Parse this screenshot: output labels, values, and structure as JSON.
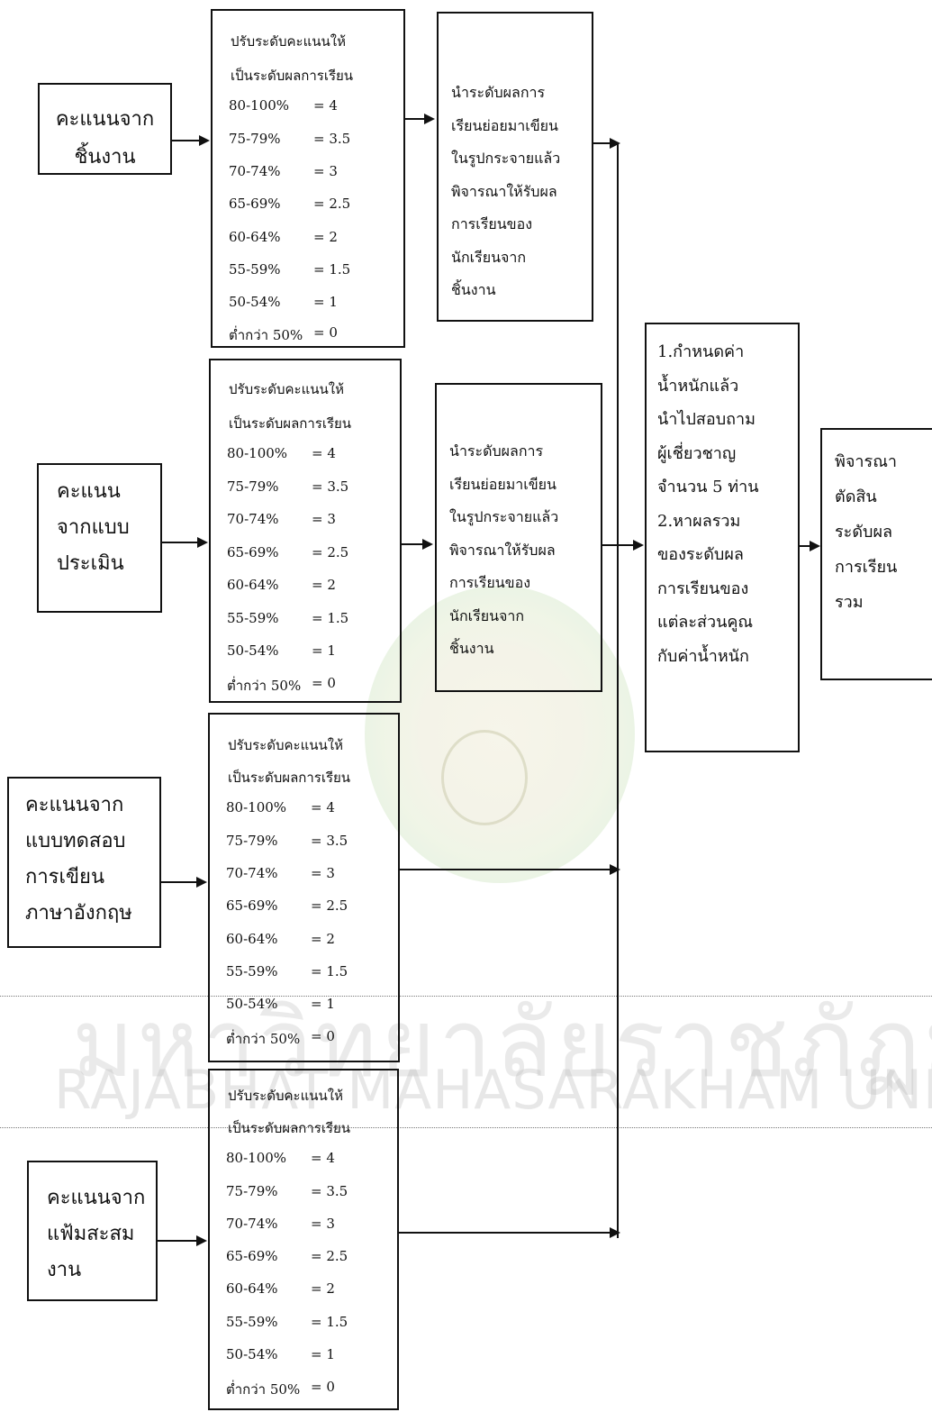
{
  "grade_header": [
    "ปรับระดับคะแนนให้",
    "เป็นระดับผลการเรียน"
  ],
  "grade_table": [
    {
      "range": "80-100%",
      "grade": "= 4"
    },
    {
      "range": "75-79%",
      "grade": "= 3.5"
    },
    {
      "range": "70-74%",
      "grade": "= 3"
    },
    {
      "range": "65-69%",
      "grade": "= 2.5"
    },
    {
      "range": "60-64%",
      "grade": "= 2"
    },
    {
      "range": "55-59%",
      "grade": "= 1.5"
    },
    {
      "range": "50-54%",
      "grade": "= 1"
    },
    {
      "range": "ต่ำกว่า 50%",
      "grade": "= 0"
    }
  ],
  "sources": [
    [
      "คะแนนจาก",
      "ชิ้นงาน"
    ],
    [
      "คะแนน",
      "จากแบบ",
      "ประเมิน"
    ],
    [
      "คะแนนจาก",
      "แบบทดสอบ",
      "การเขียน",
      "ภาษาอังกฤษ"
    ],
    [
      "คะแนนจาก",
      "แฟ้มสะสม",
      "งาน"
    ]
  ],
  "transform_text": [
    "นำระดับผลการ",
    "เรียนย่อยมาเขียน",
    "ในรูปกระจายแล้ว",
    "พิจารณาให้รับผล",
    "การเรียนของ",
    "นักเรียนจาก",
    "ชิ้นงาน"
  ],
  "weight_text": [
    "1.กำหนดค่า",
    "น้ำหนักแล้ว",
    "นำไปสอบถาม",
    "ผู้เชี่ยวชาญ",
    "จำนวน 5 ท่าน",
    "2.หาผลรวม",
    "ของระดับผล",
    "การเรียนของ",
    "แต่ละส่วนคูณ",
    "กับค่าน้ำหนัก"
  ],
  "final_text": [
    "พิจารณา",
    "ตัดสิน",
    "ระดับผล",
    "การเรียน",
    "รวม"
  ],
  "watermark": {
    "thai": "มหาวิทยาลัยราชภัฏมหาสารคาม",
    "english": "RAJABHAT MAHASARAKHAM UNIVERSITY"
  }
}
